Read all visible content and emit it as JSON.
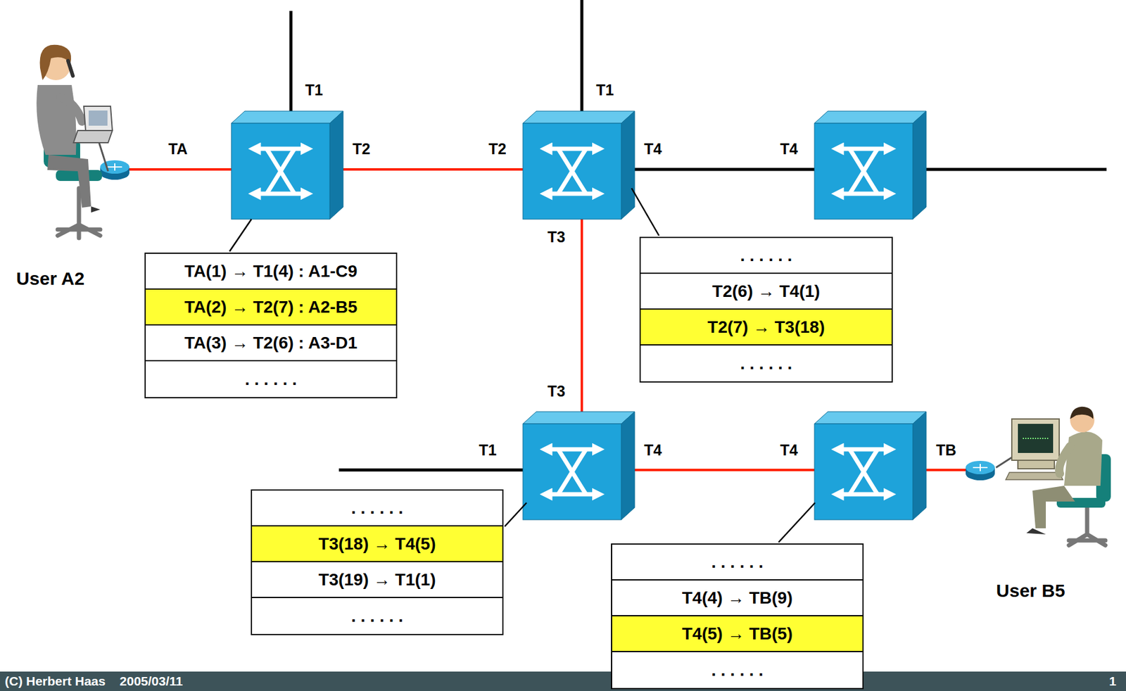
{
  "diagram": {
    "nodes": [
      {
        "text": [
          "TA(1) → T1(4) : A1-C9",
          "TA(2) → T2(7) : A2-B5",
          "TA(3) → T2(6) : A3-D1",
          ". . . . . ."
        ]
      },
      {
        "text": [
          ". . . . . .",
          "T2(6) → T4(1)",
          "T2(7) → T3(18)",
          ". . . . . ."
        ]
      },
      {
        "text": [
          ". . . . . .",
          "T3(18) → T4(5)",
          "T3(19) → T1(1)",
          ". . . . . ."
        ]
      },
      {
        "text": [
          ". . . . . .",
          "T4(4) → TB(9)",
          "T4(5) → TB(5)",
          ". . . . . ."
        ]
      }
    ],
    "labels": [
      "T1",
      "T1",
      "TA",
      "T2",
      "T2",
      "T4",
      "T4",
      "T3",
      "T3",
      "T1",
      "T4",
      "T4",
      "TB",
      "User A2",
      "User B5",
      "(C) Herbert Haas    2005/03/11",
      "1"
    ]
  }
}
